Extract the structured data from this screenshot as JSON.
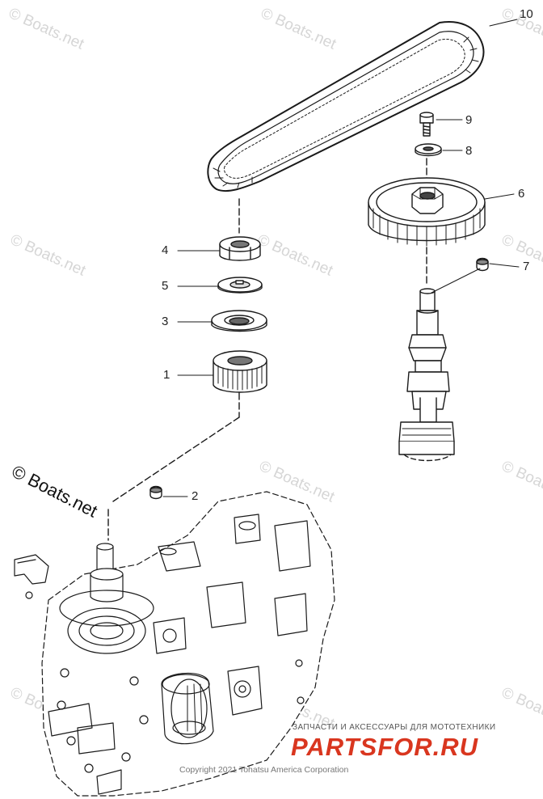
{
  "watermark_text": "© Boats.net",
  "brand_watermark": "© Boats.net",
  "callouts": {
    "c1": "1",
    "c2": "2",
    "c3": "3",
    "c4": "4",
    "c5": "5",
    "c6": "6",
    "c7": "7",
    "c8": "8",
    "c9": "9",
    "c10": "10"
  },
  "shop": {
    "caption": "ЗАПЧАСТИ И АКСЕССУАРЫ ДЛЯ МОТОТЕХНИКИ",
    "logo": "PARTSFOR.RU",
    "logo_color": "#d9361f"
  },
  "copyright": "Copyright 2021 Tohatsu America Corporation",
  "colors": {
    "line": "#1a1a1a",
    "watermark": "#d6d6d6"
  }
}
